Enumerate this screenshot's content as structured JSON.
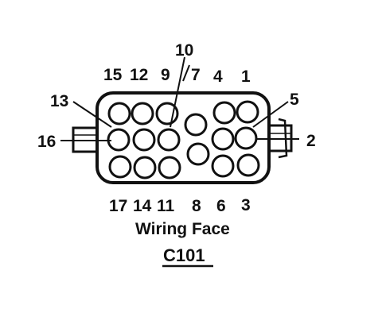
{
  "diagram": {
    "face_label": "Wiring Face",
    "connector_id": "C101",
    "pin_labels": {
      "p1": "1",
      "p2": "2",
      "p3": "3",
      "p4": "4",
      "p5": "5",
      "p6": "6",
      "p7": "7",
      "p8": "8",
      "p9": "9",
      "p10": "10",
      "p11": "11",
      "p12": "12",
      "p13": "13",
      "p14": "14",
      "p15": "15",
      "p16": "16",
      "p17": "17"
    }
  }
}
